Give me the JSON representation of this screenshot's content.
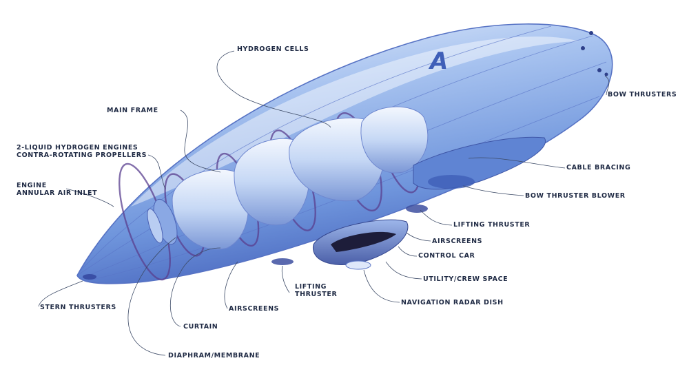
{
  "diagram": {
    "hull_marking": "A",
    "labels": {
      "hydrogen_cells": "HYDROGEN CELLS",
      "bow_thrusters": "BOW THRUSTERS",
      "main_frame": "MAIN FRAME",
      "engines_line1": "2-LIQUID HYDROGEN ENGINES",
      "engines_line2": "CONTRA-ROTATING PROPELLERS",
      "engine_inlet_line1": "ENGINE",
      "engine_inlet_line2": "ANNULAR AIR INLET",
      "cable_bracing": "CABLE BRACING",
      "bow_thruster_blower": "BOW THRUSTER BLOWER",
      "lifting_thruster_right": "LIFTING THRUSTER",
      "airscreens_right": "AIRSCREENS",
      "control_car": "CONTROL CAR",
      "utility_crew_space": "UTILITY/CREW SPACE",
      "navigation_radar_dish": "NAVIGATION RADAR DISH",
      "lifting_thruster_line1": "LIFTING",
      "lifting_thruster_line2": "THRUSTER",
      "airscreens_left": "AIRSCREENS",
      "stern_thrusters": "STERN THRUSTERS",
      "curtain": "CURTAIN",
      "diaphragm_membrane": "DIAPHRAM/MEMBRANE"
    },
    "colors": {
      "hull_light": "#dbe8fb",
      "hull_mid": "#7fa6e6",
      "hull_dark": "#3f5fb8",
      "frame_purple": "#5a3f8f",
      "label_text": "#1f2a44"
    }
  }
}
